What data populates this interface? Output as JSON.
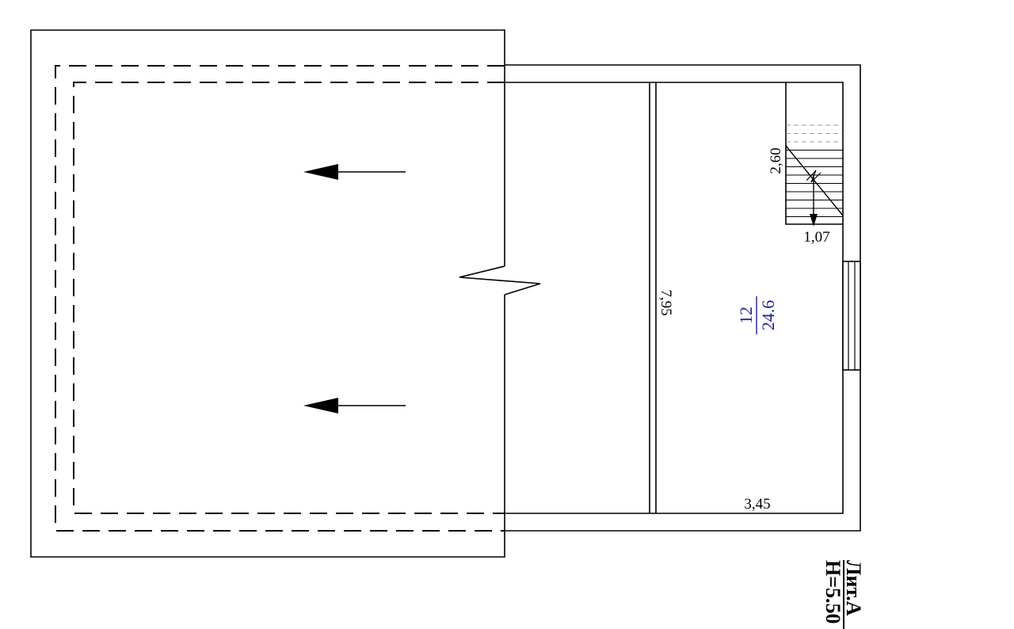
{
  "plan": {
    "dimensions": {
      "length_vertical": "7,95",
      "width_room": "3,45",
      "stair_length": "2,60",
      "stair_width": "1,07"
    },
    "room": {
      "number": "12",
      "area": "24.6",
      "label_color": "#1f1fa8"
    },
    "letter_label": {
      "line1": "Лит.А",
      "line2": "Н=5.50"
    },
    "arrows_direction": "left",
    "line_color": "#000000"
  }
}
